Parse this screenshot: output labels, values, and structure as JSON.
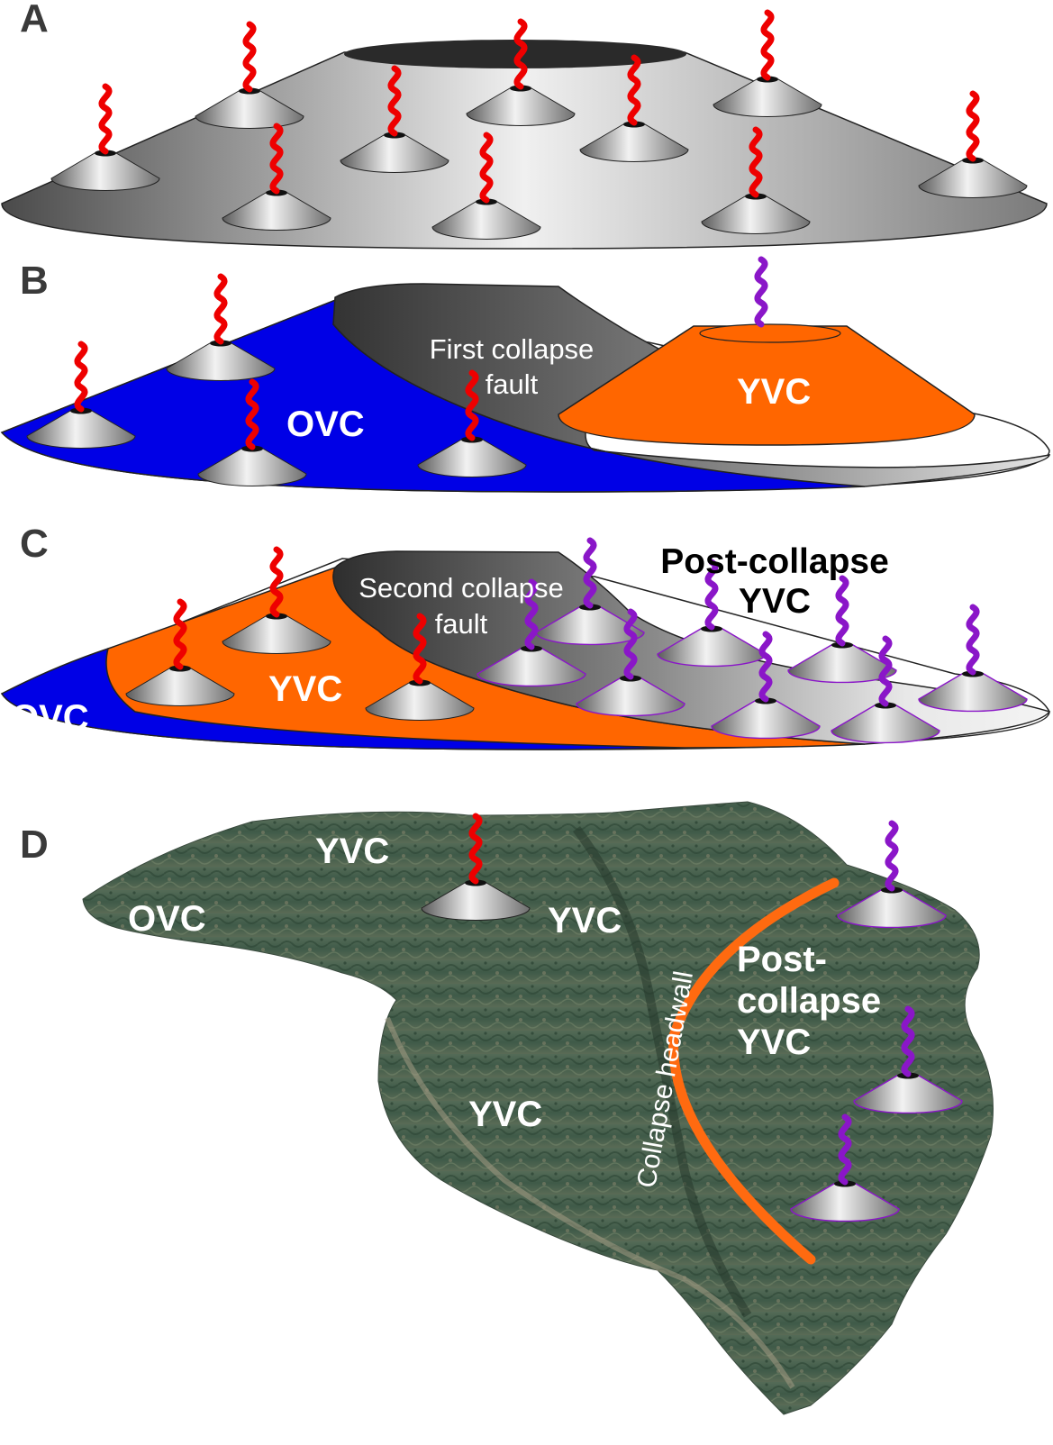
{
  "panels": {
    "a": {
      "letter": "A"
    },
    "b": {
      "letter": "B",
      "ovc_label": "OVC",
      "yvc_label": "YVC",
      "fault_label_line1": "First collapse",
      "fault_label_line2": "fault"
    },
    "c": {
      "letter": "C",
      "ovc_label": "OVC",
      "yvc_label": "YVC",
      "fault_label_line1": "Second collapse",
      "fault_label_line2": "fault",
      "post_label_line1": "Post-collapse",
      "post_label_line2": "YVC"
    },
    "d": {
      "letter": "D",
      "ovc_label": "OVC",
      "yvc_label_1": "YVC",
      "yvc_label_2": "YVC",
      "yvc_label_3": "YVC",
      "headwall_label": "Collapse headwall",
      "post_label_line1": "Post-",
      "post_label_line2": "collapse",
      "post_label_line3": "YVC"
    }
  },
  "colors": {
    "ovc": "#0000e6",
    "yvc": "#ff6600",
    "old_vent_smoke": "#ee0000",
    "young_vent_smoke": "#8a16c8",
    "headwall_line": "#ff6a10",
    "terrain": "#4a6150"
  }
}
